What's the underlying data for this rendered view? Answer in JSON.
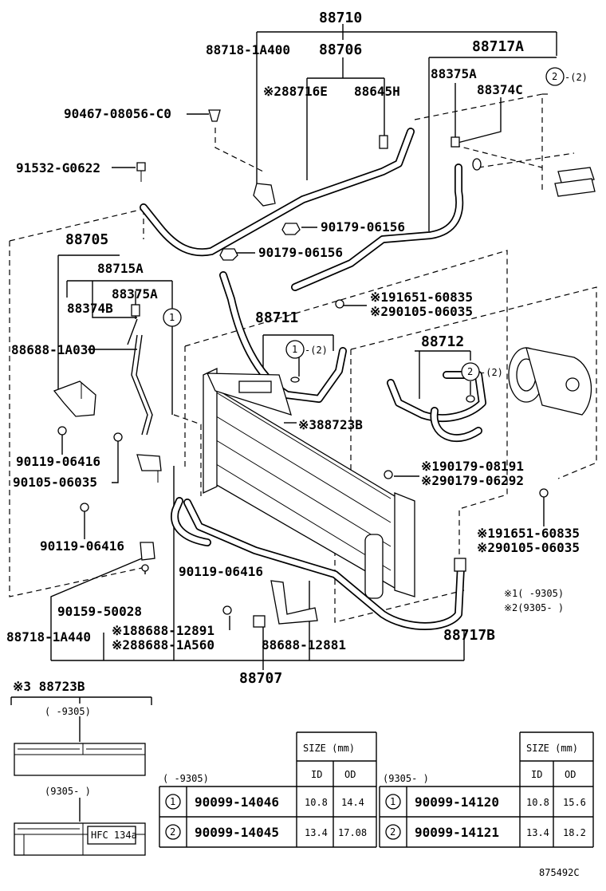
{
  "parts": {
    "p88710": "88710",
    "p88718_1A400": "88718-1A400",
    "p88706": "88706",
    "p88717A": "88717A",
    "p88716E": "※288716E",
    "p88645H": "88645H",
    "p88375A_top": "88375A",
    "p88374C": "88374C",
    "c2_top": "2",
    "c2_top_qty": "-(2)",
    "p90467": "90467-08056-C0",
    "p91532": "91532-G0622",
    "p90179_a": "90179-06156",
    "p90179_b": "90179-06156",
    "p88705": "88705",
    "p88715A": "88715A",
    "p88375A_left": "88375A",
    "p88374B": "88374B",
    "c1_left": "1",
    "p91651_a": "※191651-60835",
    "p90105_a": "※290105-06035",
    "p88711": "88711",
    "c1_mid": "1",
    "c1_mid_qty": "-(2)",
    "p88712": "88712",
    "c2_mid": "2",
    "c2_mid_qty": "-(2)",
    "p88688_1A030": "88688-1A030",
    "p88723B": "※388723B",
    "p90119_a": "90119-06416",
    "p90105_b": "90105-06035",
    "p90179_08191": "※190179-08191",
    "p90179_06292": "※290179-06292",
    "p90119_b": "90119-06416",
    "p91651_b": "※191651-60835",
    "p90105_c": "※290105-06035",
    "p90119_c": "90119-06416",
    "note1": "※1(      -9305)",
    "note2": "※2(9305-      )",
    "p90159": "90159-50028",
    "p88718_1A440": "88718-1A440",
    "p88688_12891": "※188688-12891",
    "p88688_1A560": "※288688-1A560",
    "p88688_12881": "88688-12881",
    "p88717B": "88717B",
    "p88707": "88707",
    "label_title": "※3 88723B",
    "label_range1": "(      -9305)",
    "label_range2": "(9305-      )"
  },
  "table_left": {
    "range": "(      -9305)",
    "size_header": "SIZE (mm)",
    "col_id": "ID",
    "col_od": "OD",
    "rows": [
      {
        "mark": "1",
        "part": "90099-14046",
        "id": "10.8",
        "od": "14.4"
      },
      {
        "mark": "2",
        "part": "90099-14045",
        "id": "13.4",
        "od": "17.08"
      }
    ]
  },
  "table_right": {
    "range": "(9305-      )",
    "size_header": "SIZE (mm)",
    "col_id": "ID",
    "col_od": "OD",
    "rows": [
      {
        "mark": "1",
        "part": "90099-14120",
        "id": "10.8",
        "od": "15.6"
      },
      {
        "mark": "2",
        "part": "90099-14121",
        "id": "13.4",
        "od": "18.2"
      }
    ]
  },
  "figure_id": "875492C"
}
